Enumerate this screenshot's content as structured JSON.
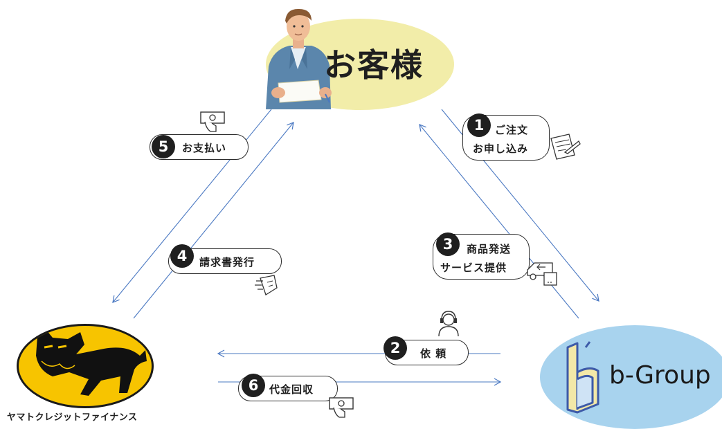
{
  "customer": {
    "label": "お客様",
    "bubble_color": "#f2eda9"
  },
  "partner": {
    "label": "b-Group",
    "bubble_color": "#a8d3ee"
  },
  "yamato": {
    "label": "ヤマトクレジットファイナンス",
    "logo_color": "#f7c400"
  },
  "flow_line_color": "#4a78c2",
  "steps": [
    {
      "number": "1",
      "lines": [
        "ご注文",
        "お申し込み"
      ]
    },
    {
      "number": "2",
      "lines": [
        "依 頼"
      ]
    },
    {
      "number": "3",
      "lines": [
        "商品発送",
        "サービス提供"
      ]
    },
    {
      "number": "4",
      "lines": [
        "請求書発行"
      ]
    },
    {
      "number": "5",
      "lines": [
        "お支払い"
      ]
    },
    {
      "number": "6",
      "lines": [
        "代金回収"
      ]
    }
  ],
  "icons": [
    "money-icon",
    "order-form-icon",
    "headset-operator-icon",
    "delivery-truck-icon",
    "invoice-icon",
    "money-icon"
  ]
}
